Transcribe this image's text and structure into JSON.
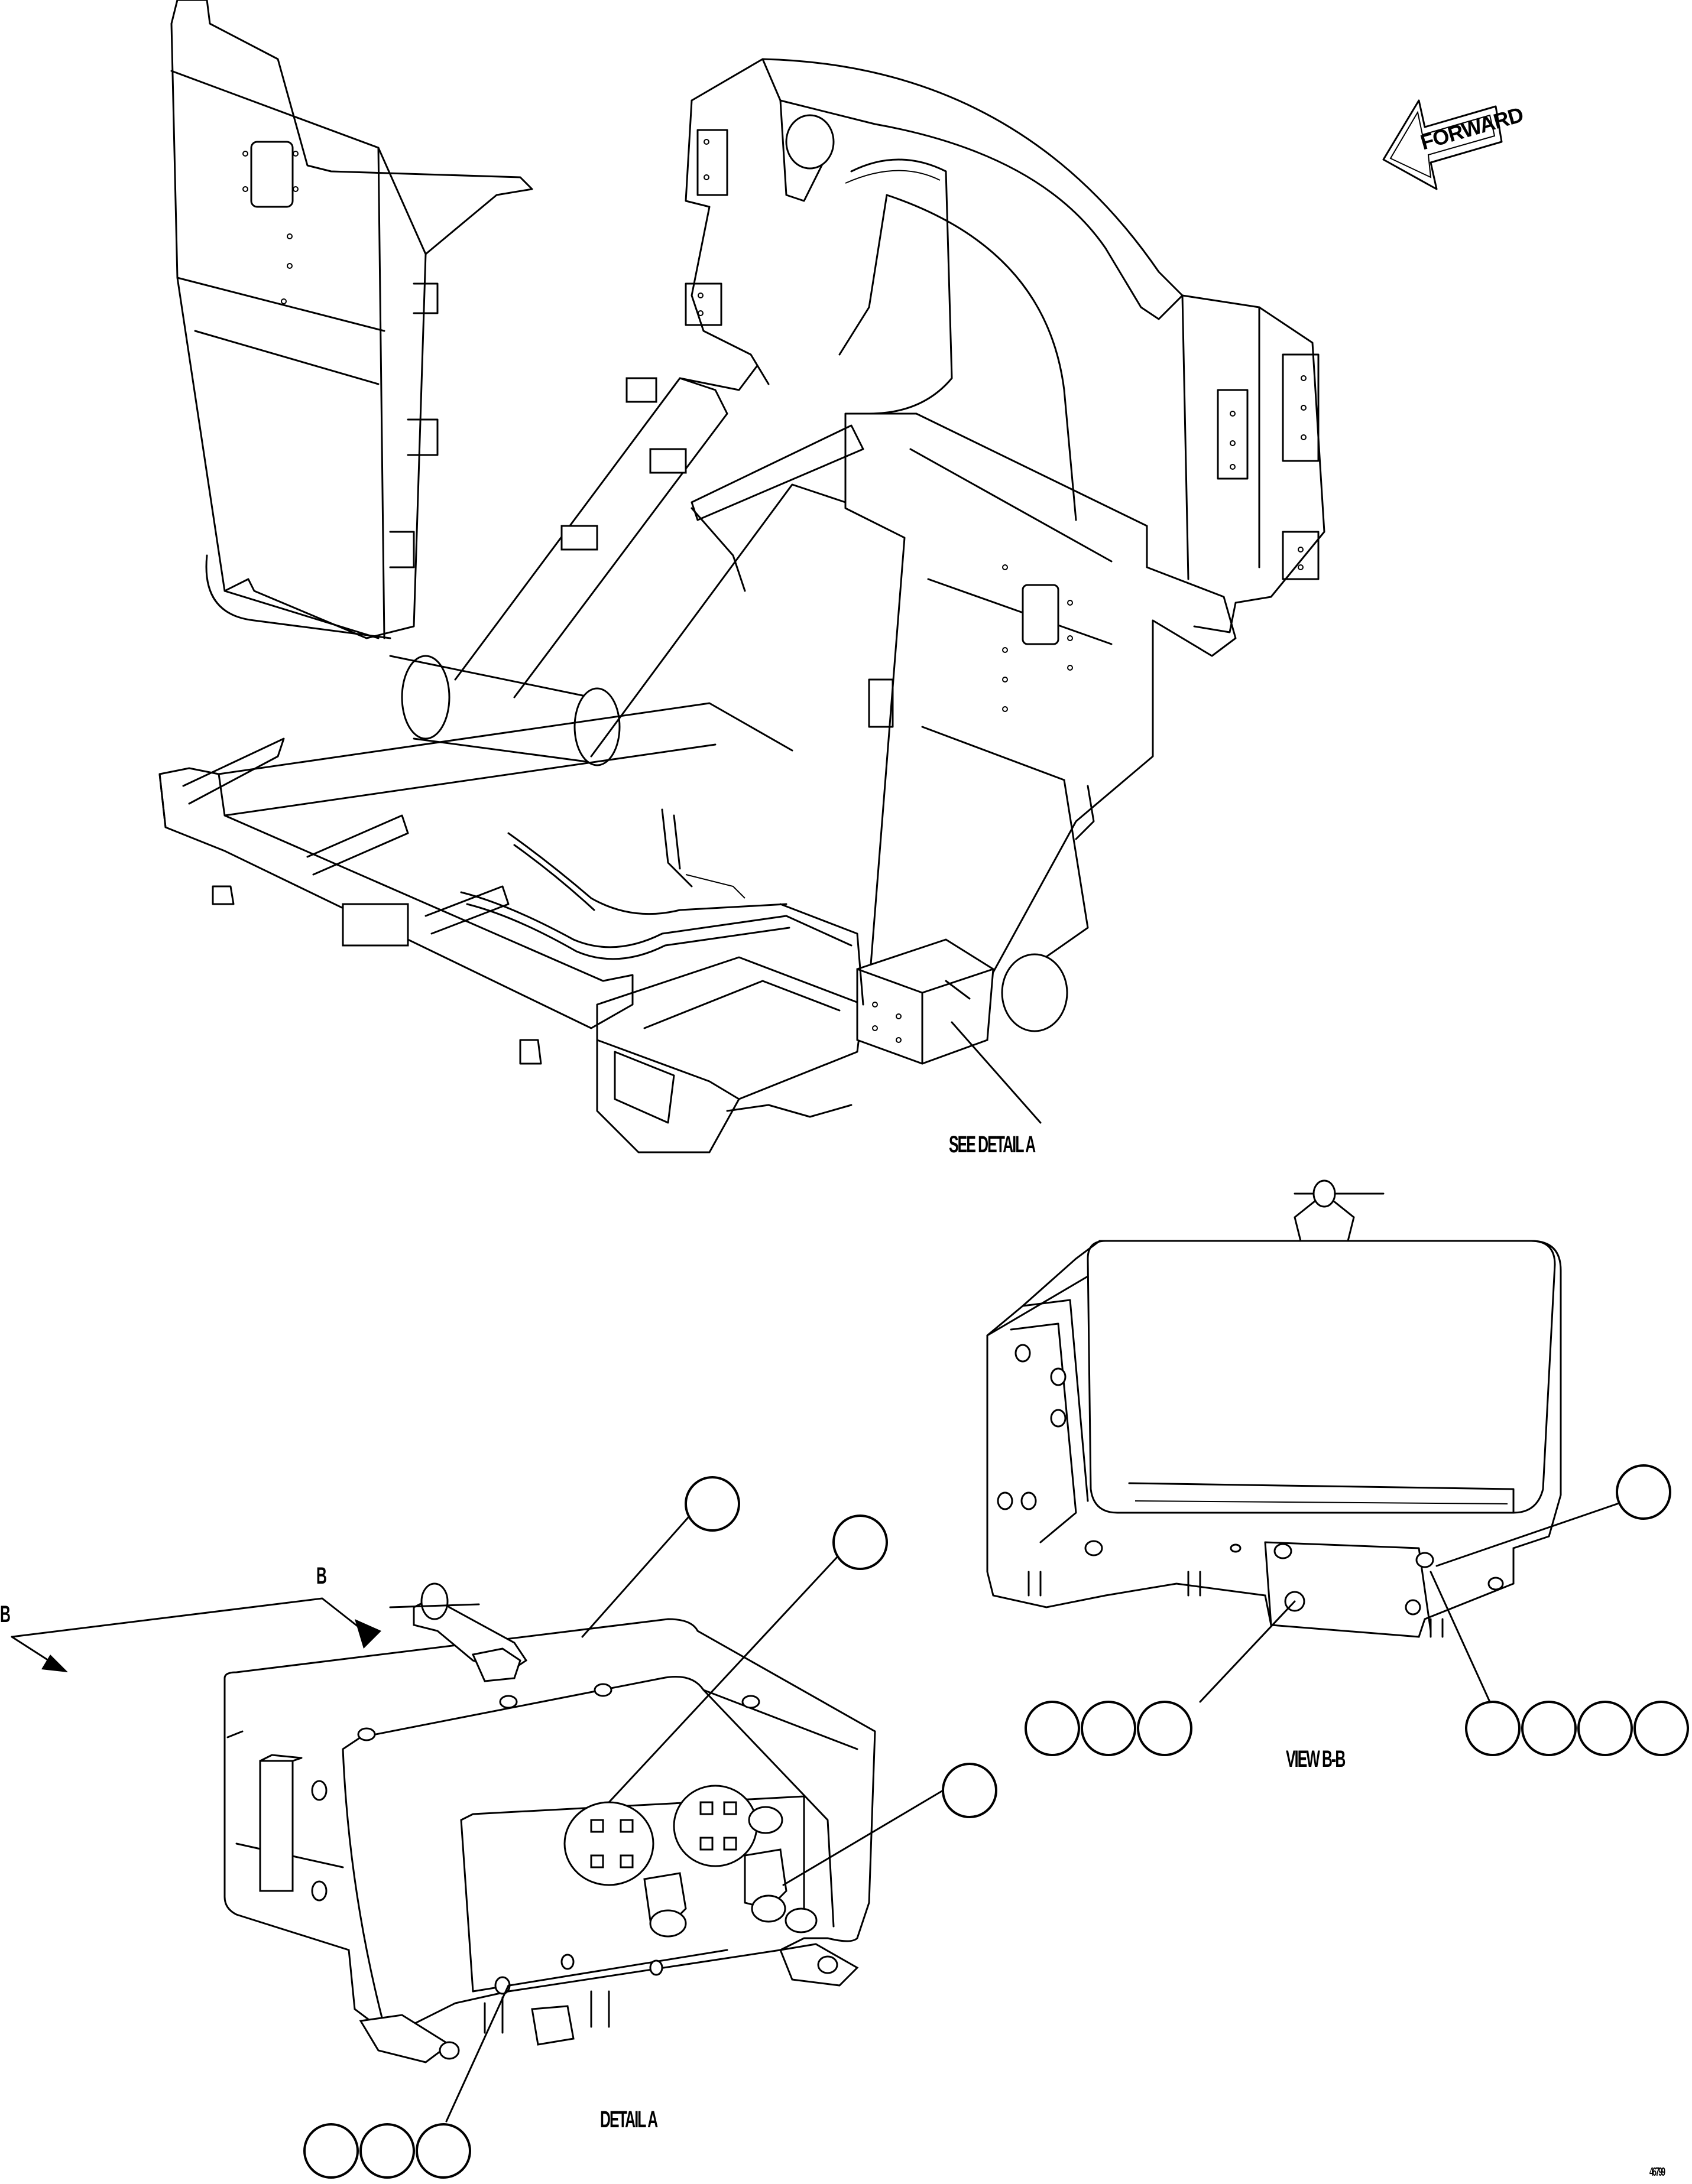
{
  "labels": {
    "forward": "FORWARD",
    "see_detail": "SEE DETAIL A",
    "detail_a": "DETAIL A",
    "view_bb": "VIEW B-B",
    "section_b_left": "B",
    "section_b_top": "B",
    "drawing_number": "46799"
  }
}
